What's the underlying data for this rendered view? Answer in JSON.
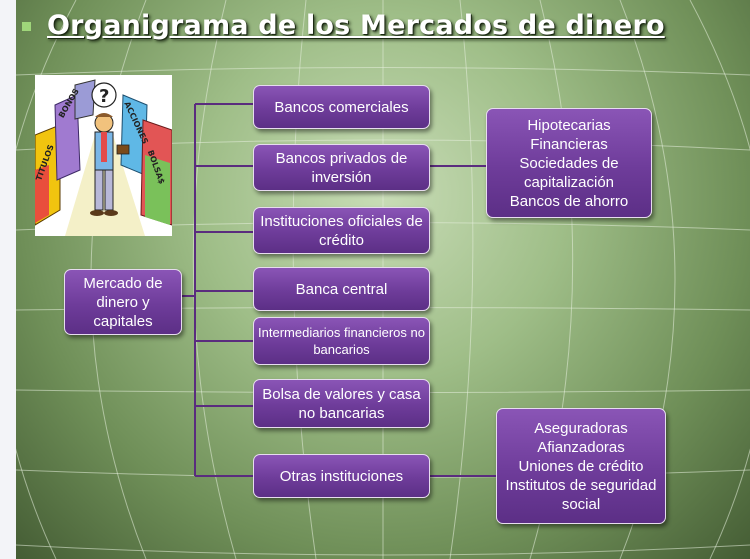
{
  "title": "Organigrama de los Mercados de dinero",
  "root": {
    "label": "Mercado de dinero y capitales"
  },
  "institutions": [
    {
      "label": "Bancos comerciales"
    },
    {
      "label": "Bancos privados de inversión"
    },
    {
      "label": "Instituciones oficiales de crédito"
    },
    {
      "label": "Banca central"
    },
    {
      "label": "Intermediarios financieros no bancarios"
    },
    {
      "label": "Bolsa de valores y casa no bancarias"
    },
    {
      "label": "Otras instituciones"
    }
  ],
  "group_private": {
    "lines": [
      "Hipotecarias",
      "Financieras",
      "Sociedades de capitalización",
      "Bancos de ahorro"
    ]
  },
  "group_other": {
    "lines": [
      "Aseguradoras",
      "Afianzadoras",
      "Uniones de crédito",
      "Institutos de seguridad social"
    ]
  },
  "clipart": {
    "signs": [
      "TITULOS",
      "BONOS",
      "ACCIONES",
      "BOLSA$"
    ],
    "question": "?"
  },
  "colors": {
    "box": "#6e3c9a",
    "box_border": "#e7dcef",
    "connector": "#5a2c7e",
    "bullet": "#9fd67a"
  }
}
